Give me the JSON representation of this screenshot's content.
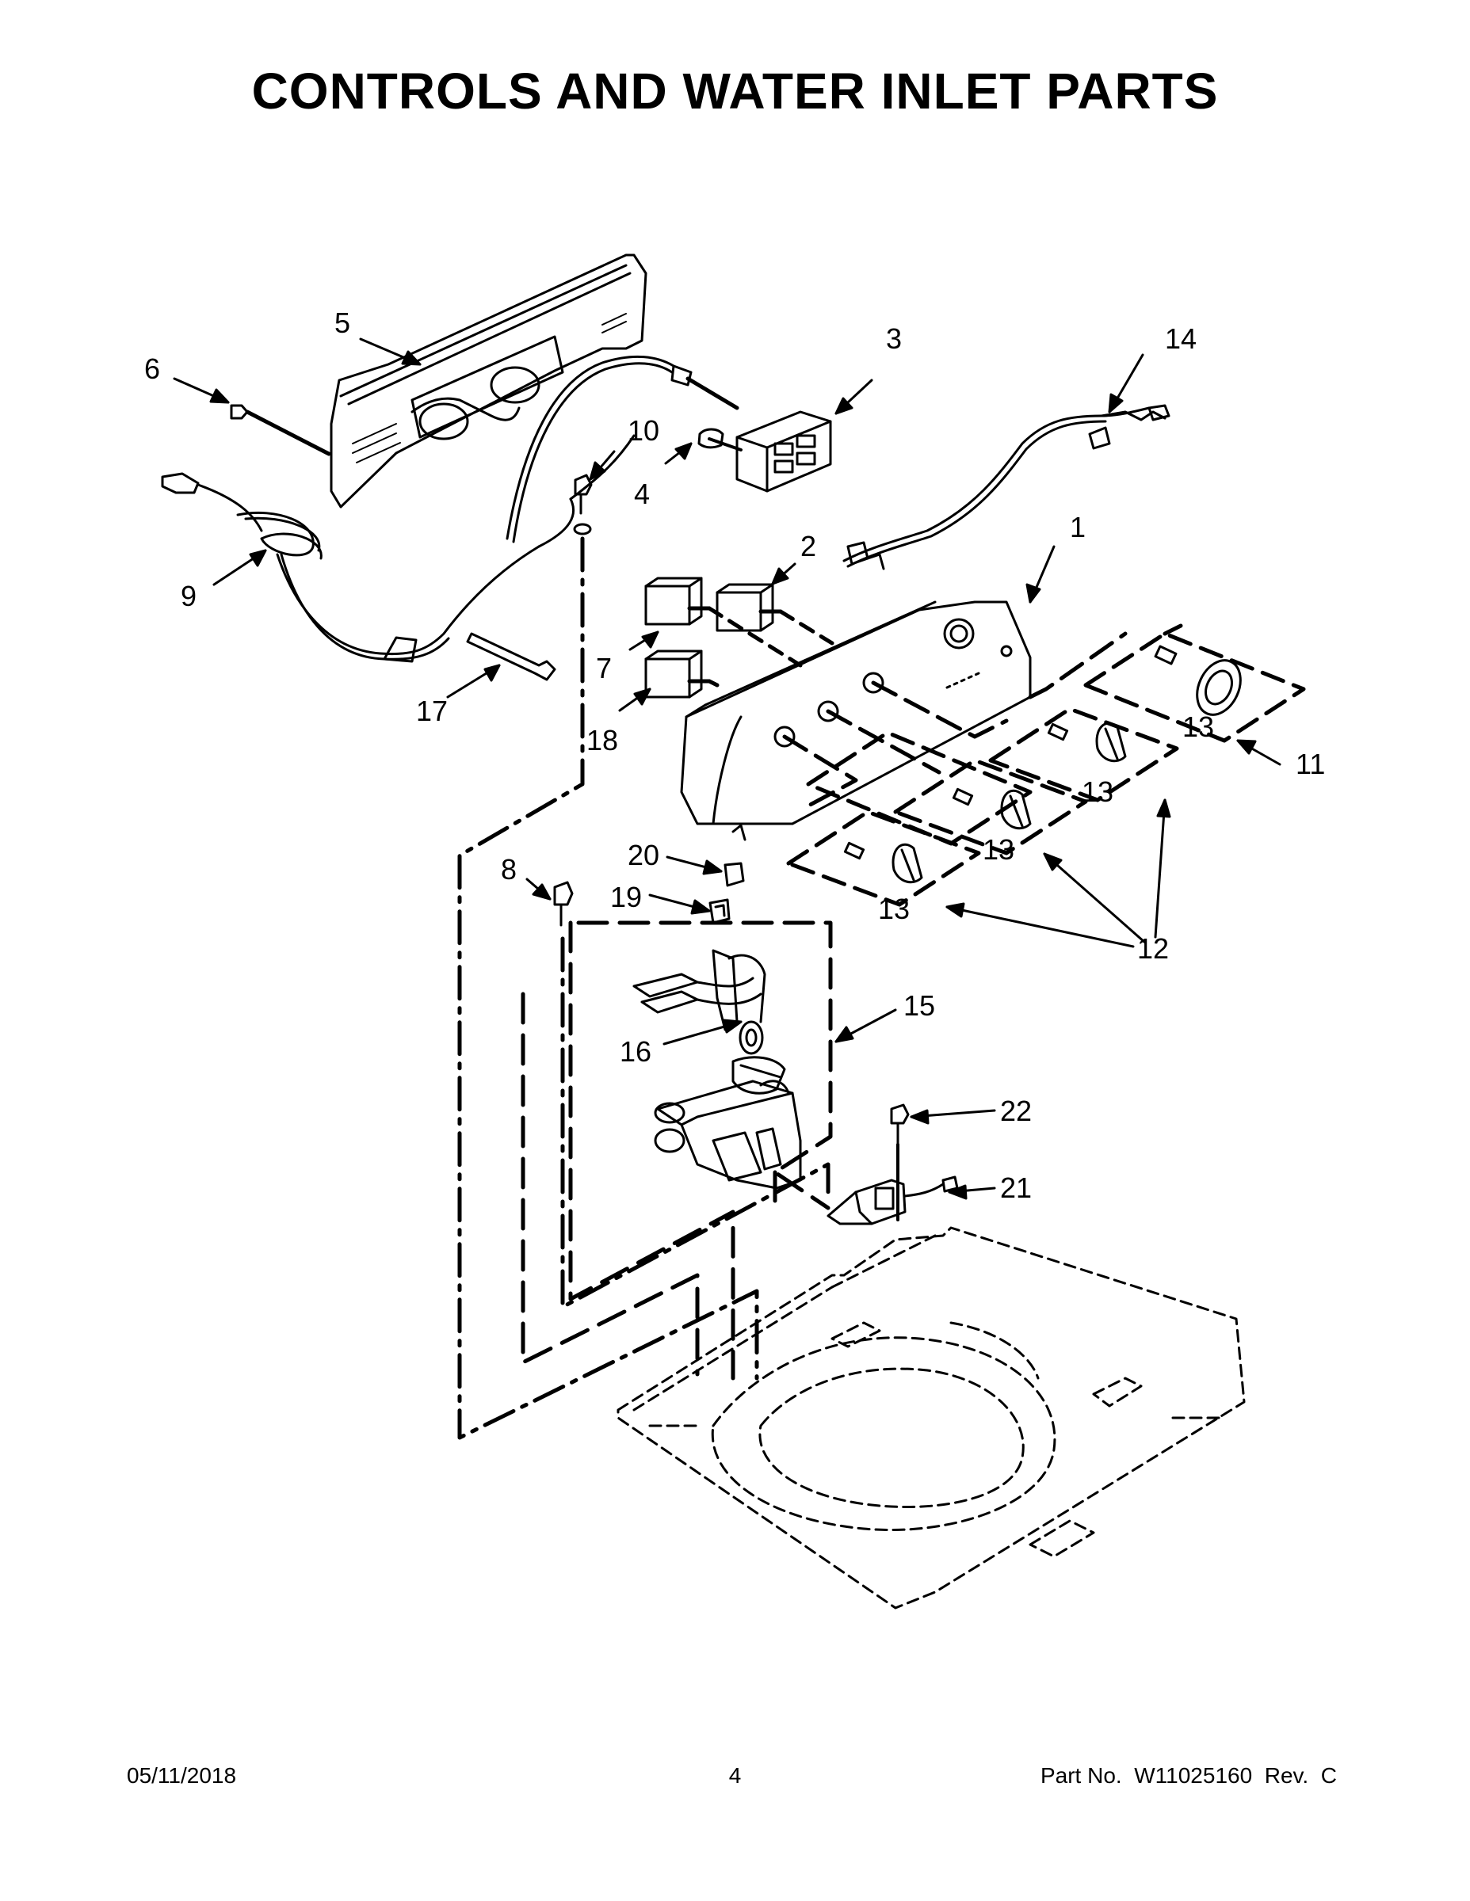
{
  "title": "CONTROLS AND WATER INLET PARTS",
  "callouts": [
    "1",
    "2",
    "3",
    "4",
    "5",
    "6",
    "7",
    "8",
    "9",
    "10",
    "11",
    "12",
    "12",
    "13",
    "13",
    "13",
    "13",
    "13",
    "14",
    "15",
    "16",
    "17",
    "18",
    "19",
    "20",
    "21",
    "22"
  ],
  "footer": {
    "date": "05/11/2018",
    "page_number": "4",
    "part_no": "Part No.  W11025160  Rev.  C"
  }
}
